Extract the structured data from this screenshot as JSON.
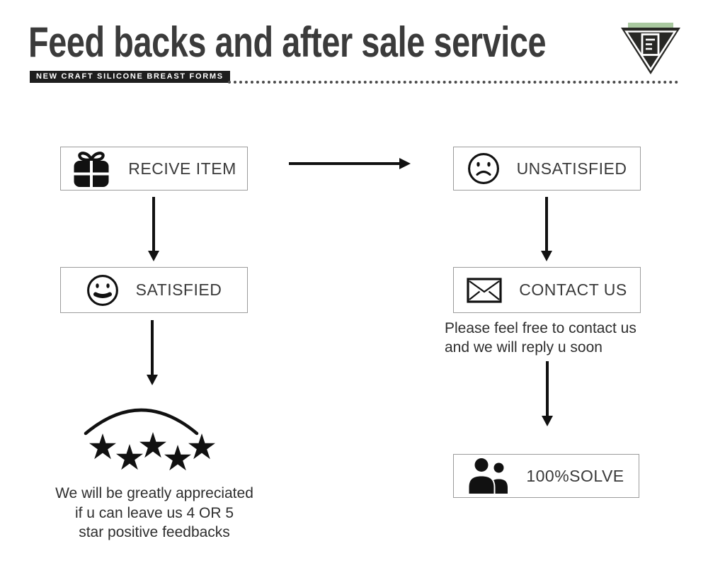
{
  "page": {
    "title": "Feed backs and after sale service",
    "tagline": "NEW CRAFT SILICONE BREAST FORMS"
  },
  "logo": {
    "name": "inverted-triangle-document-logo",
    "accent_color": "#a9c89f",
    "triangle_color": "#282825"
  },
  "flow": {
    "receive": {
      "label": "RECIVE ITEM",
      "icon": "gift-icon"
    },
    "unsatisfied": {
      "label": "UNSATISFIED",
      "icon": "sad-face-icon"
    },
    "satisfied": {
      "label": "SATISFIED",
      "icon": "smiley-face-icon"
    },
    "contact": {
      "label": "CONTACT US",
      "icon": "envelope-icon"
    },
    "solve": {
      "label": "100%SOLVE",
      "icon": "two-people-icon"
    }
  },
  "notes": {
    "contact": [
      "Please feel free to contact us",
      "and we will reply u soon"
    ],
    "feedback": [
      "We will be greatly appreciated",
      "if u can leave us 4 OR 5",
      "star positive feedbacks"
    ]
  },
  "rating": {
    "stars": 5
  },
  "colors": {
    "ink": "#111111",
    "text": "#3a3a3a",
    "box_border": "#9b9b9b"
  }
}
